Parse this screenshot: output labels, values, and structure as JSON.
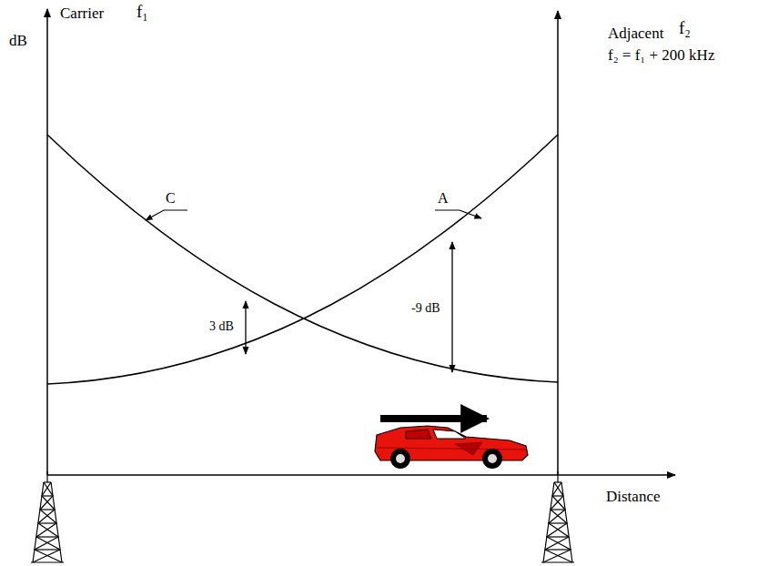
{
  "diagram": {
    "labels": [
      "Carrier",
      "f₁",
      "dB",
      "Adjacent",
      "f₂",
      "f₂ = f₁ + 200 kHz",
      "C",
      "A",
      "3 dB",
      "-9 dB",
      "Distance"
    ]
  }
}
